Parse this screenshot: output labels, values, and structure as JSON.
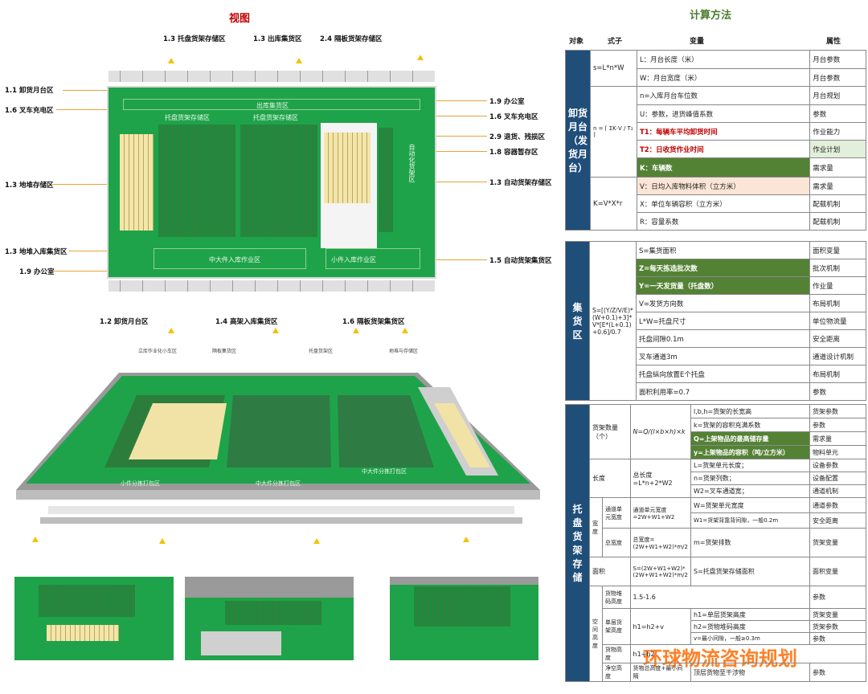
{
  "titles": {
    "view": "视图",
    "calc": "计算方法"
  },
  "plan_labels": {
    "top": [
      "1.3 托盘货架存储区",
      "1.3 出库集货区",
      "2.4 隔板货架存储区"
    ],
    "left": [
      "1.1 卸货月台区",
      "1.6 叉车充电区",
      "1.3 地堆存储区",
      "1.3 地堆入库集货区",
      "1.9 办公室"
    ],
    "right": [
      "1.9 办公室",
      "1.6 叉车充电区",
      "2.9 退货、残损区",
      "1.8 容器暂存区",
      "1.3 自动货架存储区",
      "1.5 自动货架集货区"
    ],
    "bottom": [
      "1.2 卸货月台区",
      "1.4 高架入库集货区",
      "1.6 隔板货架集货区"
    ]
  },
  "zone_text": {
    "top_band": "出库集货区",
    "rack_a": "托盘货架存储区",
    "rack_b": "托盘货架存储区",
    "auto": "自动化货架区",
    "bottom_a": "中大件入库作业区",
    "bottom_b": "小件入库作业区"
  },
  "iso_labels": [
    "立库作业化小车区",
    "隔板集货区",
    "托盘货架区",
    "地堆与存储区"
  ],
  "iso_floor_labels": [
    "小件分拣打包区",
    "中大件分拣打包区",
    "中大件分拣打包区"
  ],
  "watermark": "环球物流咨询规划",
  "table": {
    "headers": [
      "对象",
      "式子",
      "变量",
      "属性"
    ],
    "s1": {
      "name": "卸货月台（发货月台）",
      "formula1": "s=L*n*W",
      "formula2": "n = ⌈ ΣK·V / T₂ ⌉",
      "formula3": "K=V*X*r",
      "rows": [
        [
          "L：月台长度（米）",
          "月台参数"
        ],
        [
          "W：月台宽度（米）",
          "月台参数"
        ],
        [
          "n=入库月台车位数",
          "月台规划"
        ],
        [
          "U：参数，进货峰值系数",
          "参数"
        ],
        [
          "T1：每辆车平均卸货时间",
          "作业能力"
        ],
        [
          "T2：日收货作业时间",
          "作业计划"
        ],
        [
          "K：车辆数",
          "需求量"
        ],
        [
          "V：日均入库物料体积（立方米）",
          "需求量"
        ],
        [
          "X：单位车辆容积（立方米）",
          "配载机制"
        ],
        [
          "R：容量系数",
          "配载机制"
        ]
      ]
    },
    "s2": {
      "name": "集货区",
      "formula": "S=[(Y/Z/V/E)*(W+0.1)+3]*V*[E*(L+0.1)+0.6]/0.7",
      "rows": [
        [
          "S=集货面积",
          "面积变量"
        ],
        [
          "Z=每天拣选批次数",
          "批次机制"
        ],
        [
          "Y=一天发货量（托盘数）",
          "作业量"
        ],
        [
          "V=发货方向数",
          "布局机制"
        ],
        [
          "L*W=托盘尺寸",
          "单位物流量"
        ],
        [
          "托盘间隙0.1m",
          "安全距离"
        ],
        [
          "叉车通道3m",
          "通道设计机制"
        ],
        [
          "托盘纵向放置E个托盘",
          "布局机制"
        ],
        [
          "面积利用率=0.7",
          "参数"
        ]
      ]
    },
    "s3": {
      "name": "托盘货架存储",
      "qty_label": "货架数量（个）",
      "qty_formula": "N=Q/(l×b×h)×k",
      "qty_rows": [
        [
          "l,b,h=货架的长宽高",
          "货架参数"
        ],
        [
          "k=货架的容积充满系数",
          "参数"
        ],
        [
          "Q=上架物品的最高储存量",
          "需求量"
        ],
        [
          "y=上架物品的容积（吨/立方米）",
          "物料单元"
        ]
      ],
      "len_label": "长度",
      "len_formula": "总长度=L*n+2*W2",
      "len_rows": [
        [
          "L=货架单元长度；",
          "设备参数"
        ],
        [
          "n=货架列数；",
          "设备配置"
        ],
        [
          "W2=叉车通道宽；",
          "通道机制"
        ]
      ],
      "width_label": "宽度",
      "w1_label": "通道单元宽度",
      "w1_formula": "通道单元宽度=2W+W1+W2",
      "w1_rows": [
        [
          "W=货架单元宽度",
          "通道参数"
        ],
        [
          "W1=货架背靠背间隙，一般0.2m",
          "安全距离"
        ]
      ],
      "w2_label": "总宽度",
      "w2_formula": "总宽度=(2W+W1+W2)*m/2",
      "w2_row": [
        "m=货架排数",
        "货架变量"
      ],
      "area_label": "面积",
      "area_formula": "S=(2W+W1+W2)*(2W+W1+W2)*m/2",
      "area_row": [
        "S=托盘货架存储面积",
        "面积变量"
      ],
      "h_label": "空间高度",
      "h1_label": "货物堆码高度",
      "h1_value": "1.5-1.6",
      "h1_attr": "参数",
      "h2_label": "单层货架高度",
      "h2_formula": "h1=h2+v",
      "h2_rows": [
        [
          "h1=单层货架高度",
          "货架变量"
        ],
        [
          "h2=货物堆码高度",
          "货架参数"
        ],
        [
          "v=最小间隙，一般≥0.3m",
          "参数"
        ]
      ],
      "h3_label": "货物高度",
      "h3_formula": "h1+h2",
      "h4_label": "净空高度",
      "h4_formula": "货物总高度+最小间隔",
      "h4_row": [
        "顶层货物至干涉物",
        "参数"
      ]
    }
  }
}
